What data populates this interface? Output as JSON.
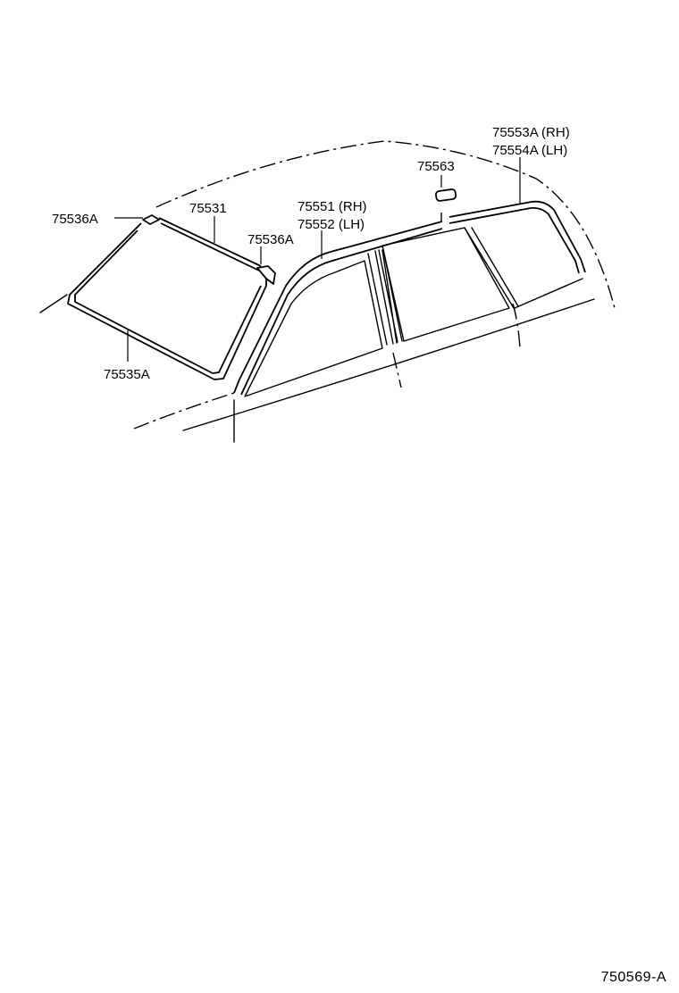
{
  "parts": {
    "windshield_corner_upper": "75536A",
    "roof_drip_molding": "75531",
    "windshield_corner_lower": "75536A",
    "windshield_molding": "75535A",
    "front_door_frame_rh": "75551 (RH)",
    "front_door_frame_lh": "75552 (LH)",
    "clip_part": "75563",
    "rear_molding_rh": "75553A (RH)",
    "rear_molding_lh": "75554A (LH)"
  },
  "diagram_ref": "750569-A"
}
